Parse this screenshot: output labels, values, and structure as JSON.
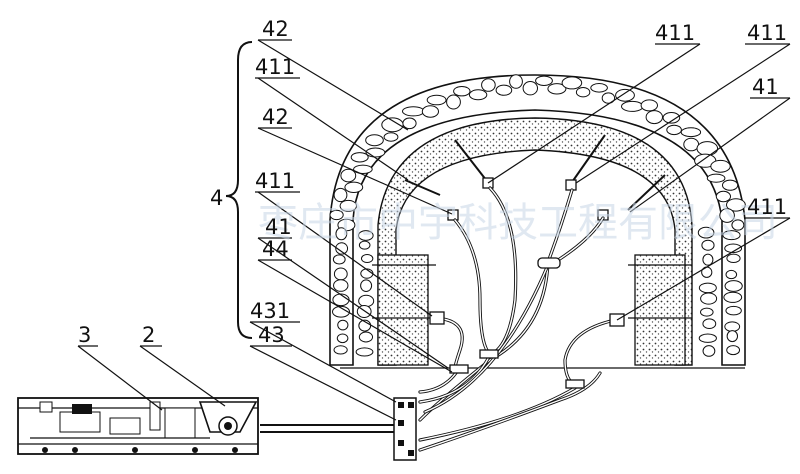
{
  "diagram": {
    "group_label": "4",
    "labels": [
      {
        "id": "l42a",
        "text": "42"
      },
      {
        "id": "l411a",
        "text": "411"
      },
      {
        "id": "l42b",
        "text": "42"
      },
      {
        "id": "l411b",
        "text": "411"
      },
      {
        "id": "l41a",
        "text": "41"
      },
      {
        "id": "l44",
        "text": "44"
      },
      {
        "id": "l431",
        "text": "431"
      },
      {
        "id": "l43",
        "text": "43"
      },
      {
        "id": "l3",
        "text": "3"
      },
      {
        "id": "l2",
        "text": "2"
      },
      {
        "id": "l411c",
        "text": "411"
      },
      {
        "id": "l411d",
        "text": "411"
      },
      {
        "id": "l41b",
        "text": "41"
      },
      {
        "id": "l411e",
        "text": "411"
      }
    ],
    "watermark": "枣庄市中宇科技工程有限公司"
  }
}
